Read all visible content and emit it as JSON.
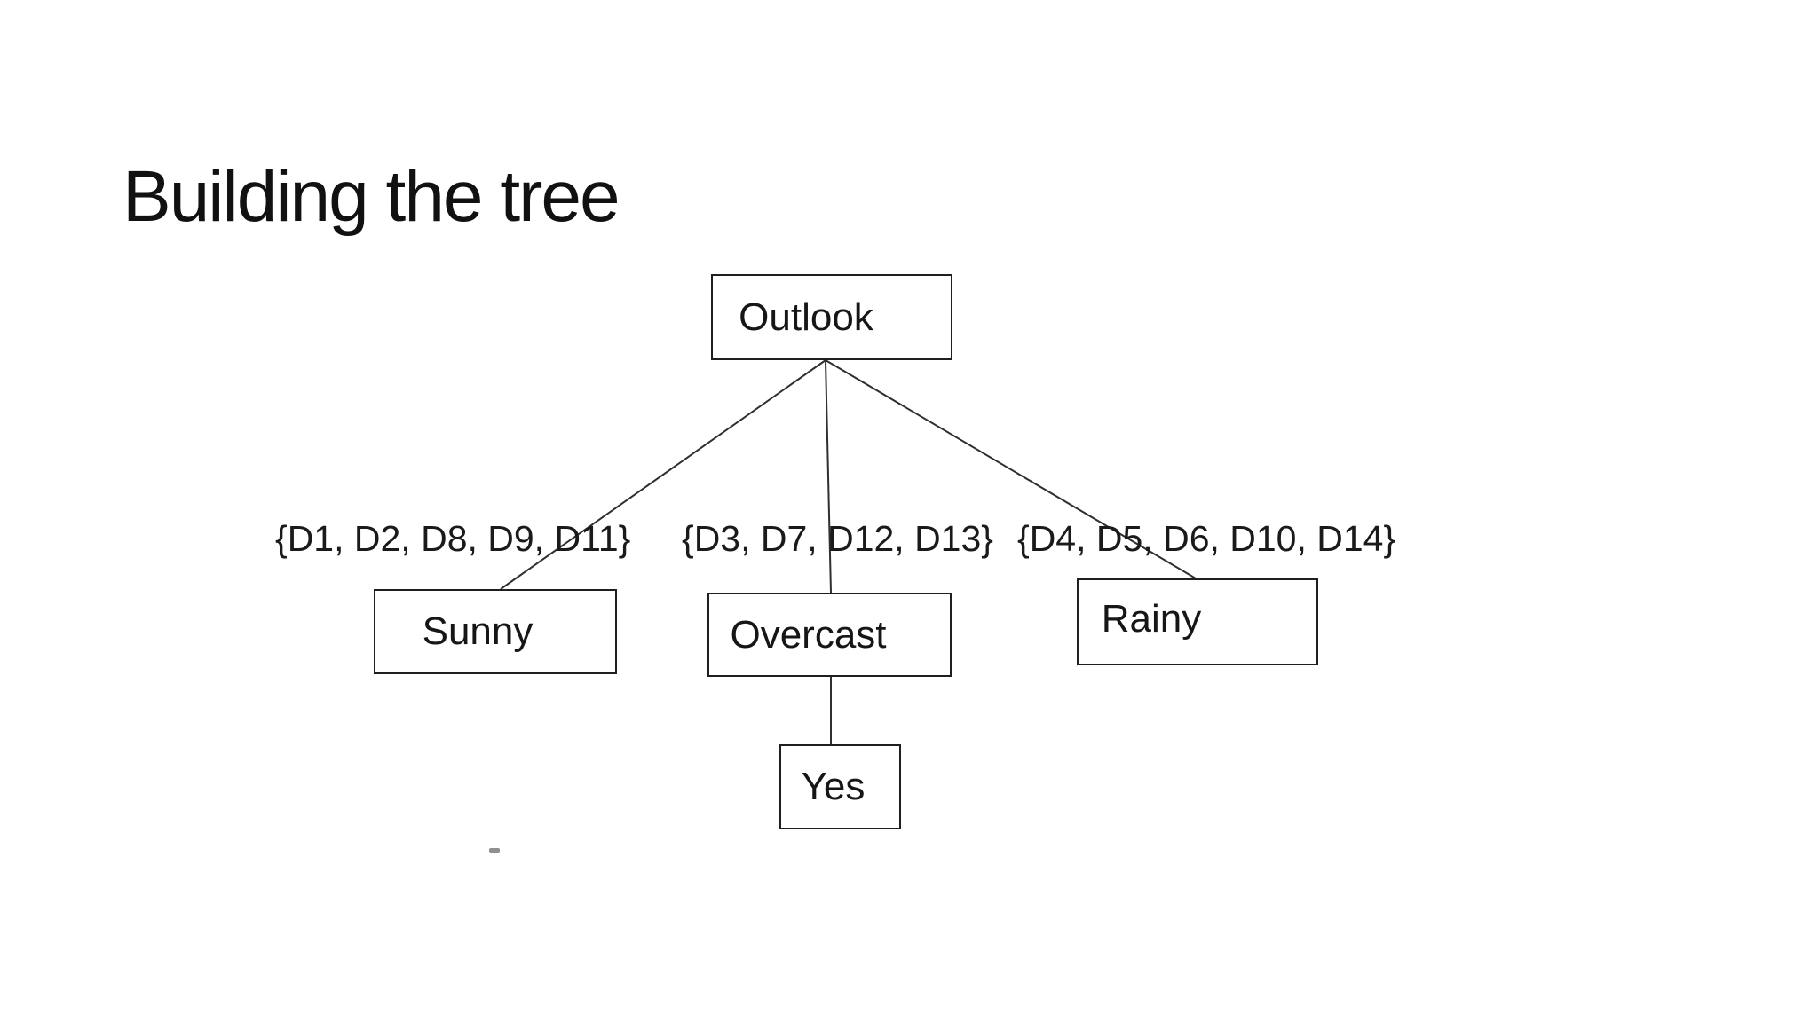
{
  "slide": {
    "title": "Building the tree",
    "background_color": "#ffffff",
    "text_color": "#1a1a1a",
    "line_color": "#2f2f2f"
  },
  "diagram": {
    "type": "decision-tree",
    "nodes": [
      {
        "id": "outlook",
        "label": "Outlook",
        "level": "root"
      },
      {
        "id": "sunny",
        "label": "Sunny",
        "level": "child"
      },
      {
        "id": "overcast",
        "label": "Overcast",
        "level": "child"
      },
      {
        "id": "rainy",
        "label": "Rainy",
        "level": "child"
      },
      {
        "id": "yes",
        "label": "Yes",
        "level": "leaf"
      }
    ],
    "edges": [
      {
        "from": "Outlook",
        "to": "Sunny",
        "label": "{D1, D2, D8, D9, D11}"
      },
      {
        "from": "Outlook",
        "to": "Overcast",
        "label": "{D3, D7, D12, D13}"
      },
      {
        "from": "Outlook",
        "to": "Rainy",
        "label": "{D4, D5, D6, D10, D14}"
      },
      {
        "from": "Overcast",
        "to": "Yes",
        "label": ""
      }
    ]
  }
}
